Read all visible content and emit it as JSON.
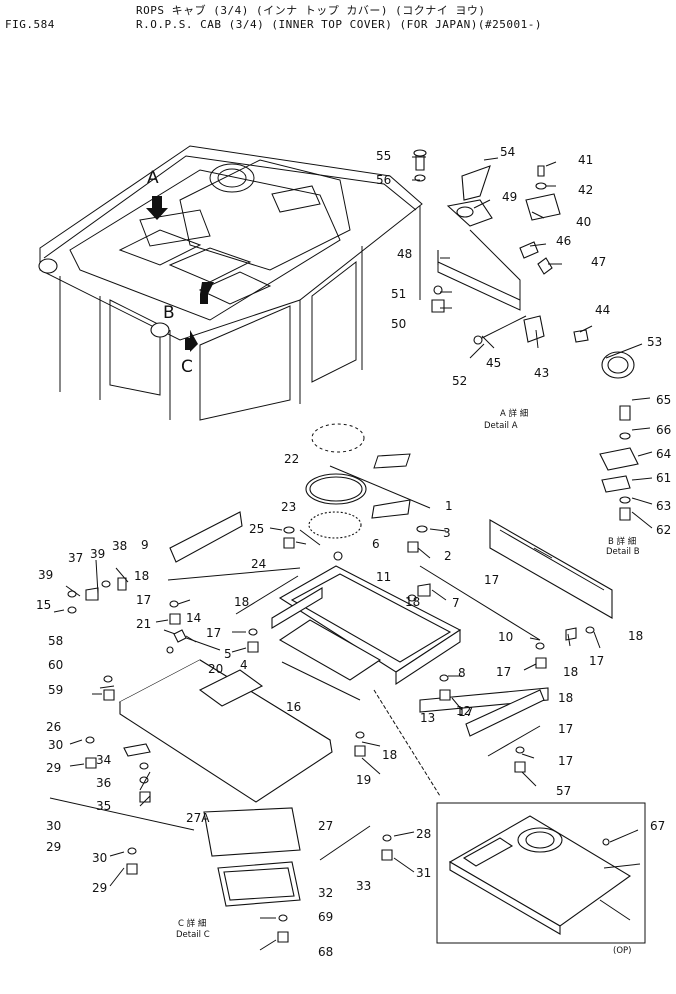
{
  "header": {
    "fig_number": "FIG.584",
    "title_jp": "ROPS キャブ (3/4) (インナ トップ カバー) (コクナイ ヨウ)",
    "title_en": "R.O.P.S. CAB (3/4) (INNER TOP COVER) (FOR JAPAN)(#25001-)"
  },
  "view_letters": [
    "A",
    "B",
    "C"
  ],
  "details": {
    "a": {
      "jp": "A 詳 細",
      "en": "Detail A"
    },
    "b": {
      "jp": "B 詳 細",
      "en": "Detail B"
    },
    "c": {
      "jp": "C 詳 細",
      "en": "Detail C"
    },
    "op": "(OP)"
  },
  "callouts": [
    "55",
    "56",
    "54",
    "41",
    "42",
    "40",
    "49",
    "48",
    "46",
    "47",
    "51",
    "50",
    "44",
    "53",
    "52",
    "45",
    "43",
    "65",
    "66",
    "64",
    "61",
    "63",
    "62",
    "22",
    "1",
    "23",
    "25",
    "3",
    "24",
    "2",
    "6",
    "9",
    "38",
    "39",
    "37",
    "39",
    "15",
    "18",
    "17",
    "21",
    "14",
    "18",
    "17",
    "5",
    "11",
    "17",
    "18",
    "7",
    "18",
    "10",
    "17",
    "18",
    "17",
    "4",
    "20",
    "58",
    "60",
    "59",
    "26",
    "30",
    "29",
    "34",
    "36",
    "35",
    "16",
    "18",
    "13",
    "17",
    "8",
    "12",
    "18",
    "17",
    "17",
    "19",
    "57",
    "27A",
    "27",
    "30",
    "29",
    "30",
    "29",
    "28",
    "31",
    "33",
    "32",
    "69",
    "68",
    "67"
  ]
}
